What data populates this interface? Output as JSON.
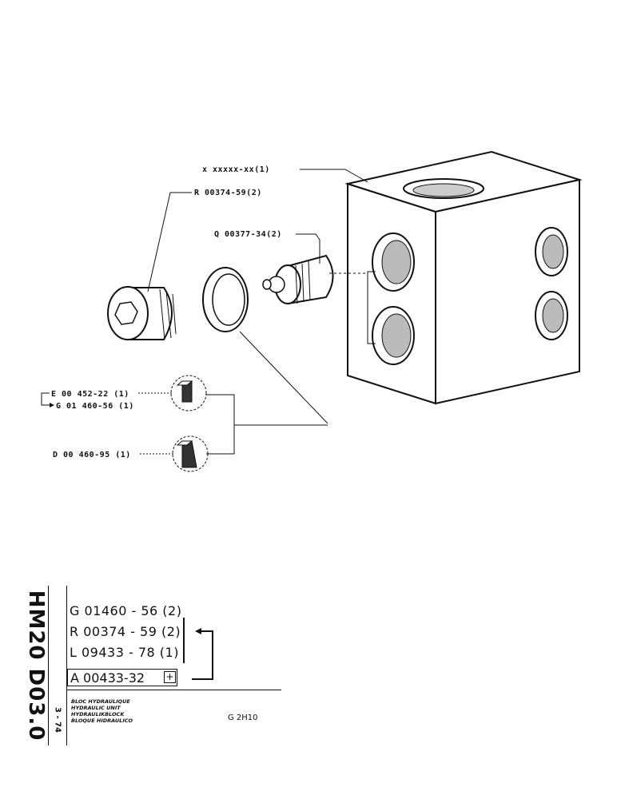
{
  "callouts": {
    "block": "x xxxxx-xx(1)",
    "plug": "R 00374-59(2)",
    "valve": "Q 00377-34(2)",
    "seal_e": "E 00 452-22 (1)",
    "seal_g": "G 01 460-56 (1)",
    "seal_d": "D 00 460-95 (1)"
  },
  "title_block": {
    "vertical_code": "HM20 D03.0",
    "date": "3 - 74",
    "parts": [
      "G 01460 - 56  (2)",
      "R 00374 - 59  (2)",
      "L 09433 - 78  (1)"
    ],
    "assembly_ref": "A 00433-32",
    "assembly_symbol": "+",
    "descriptions": [
      "BLOC HYDRAULIQUE",
      "HYDRAULIC UNIT",
      "HYDRAULIKBLOCK",
      "BLOQUE HIDRAULICO"
    ],
    "group_code": "G 2H10"
  }
}
